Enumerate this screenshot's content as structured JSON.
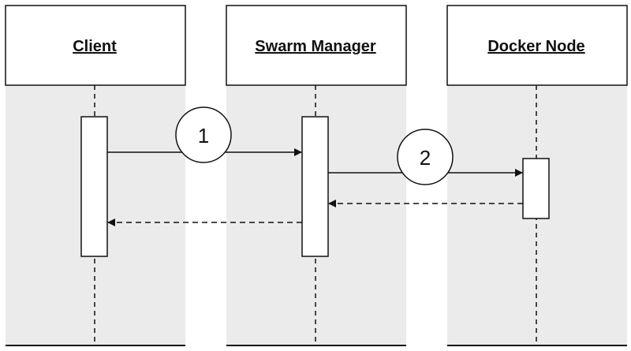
{
  "lifelines": [
    {
      "id": "client",
      "label": "Client"
    },
    {
      "id": "manager",
      "label": "Swarm Manager"
    },
    {
      "id": "node",
      "label": "Docker Node"
    }
  ],
  "messages": [
    {
      "step": "1",
      "from": "client",
      "to": "manager",
      "style": "solid"
    },
    {
      "step": "2",
      "from": "manager",
      "to": "node",
      "style": "solid"
    },
    {
      "step": "",
      "from": "node",
      "to": "manager",
      "style": "dashed"
    },
    {
      "step": "",
      "from": "manager",
      "to": "client",
      "style": "dashed"
    }
  ],
  "colors": {
    "lane_fill": "#ebebeb",
    "stroke": "#111111",
    "box_fill": "#ffffff"
  }
}
